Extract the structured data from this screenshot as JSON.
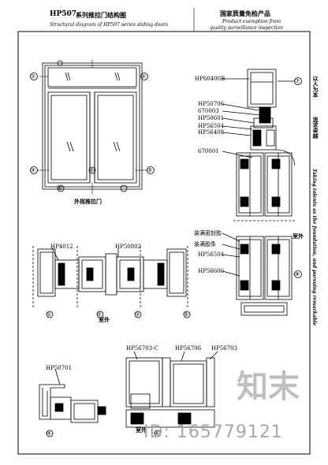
{
  "header": {
    "model": "HP507",
    "title_cn": "系列推拉门结构图",
    "title_en": "Structural diagram of HP507 series sliding doors",
    "right_cn": "国家质量免检产品",
    "right_en_1": "Product exemption from",
    "right_en_2": "quality surveillance inspection"
  },
  "elevation": {
    "caption": "外视推拉门",
    "markers": [
      "①",
      "②",
      "③",
      "④",
      "⑤",
      "⑥"
    ]
  },
  "section_labels": {
    "top_1": "HP60400B",
    "p1": "HP50706",
    "p2": "670003",
    "p3": "HP50601",
    "p4": "HP56504",
    "p5": "HP56408",
    "p6": "670001",
    "mid_1": "装满密封胶",
    "mid_2": "装满胶条",
    "mid_3": "HP56504",
    "mid_4": "HP56606",
    "outdoor": "室外",
    "circle_7": "⑦",
    "circle_8": "⑧"
  },
  "right_side": {
    "cn_1": "以人为本",
    "cn_2": "追求卓越",
    "en": "Taking talents as the foundation, and pursuing remarkable"
  },
  "detail_row1": {
    "label_a": "HP4012",
    "label_b": "HP50802",
    "outdoor": "室外",
    "markers": [
      "①",
      "②",
      "③",
      "⑤"
    ]
  },
  "detail_row2": {
    "label_a": "HP50701",
    "label_b": "HP56703-C",
    "label_c": "HP56706",
    "label_d": "HP56703",
    "outdoor": "室外",
    "markers": [
      "④",
      "⑥"
    ]
  },
  "watermark": {
    "logo": "知末",
    "id": "ID: 165779121"
  }
}
